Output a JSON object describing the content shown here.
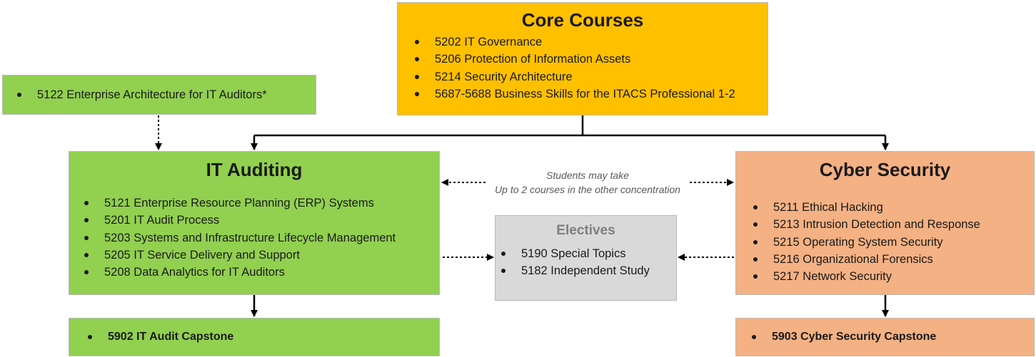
{
  "core": {
    "title": "Core Courses",
    "items": [
      "5202 IT Governance",
      "5206 Protection of Information Assets",
      "5214 Security Architecture",
      "5687-5688 Business Skills for the ITACS Professional 1-2"
    ]
  },
  "prerequisite": {
    "items": [
      "5122 Enterprise Architecture for IT Auditors*"
    ]
  },
  "it_auditing": {
    "title": "IT Auditing",
    "items": [
      "5121 Enterprise Resource Planning (ERP) Systems",
      "5201 IT Audit Process",
      "5203 Systems and Infrastructure Lifecycle Management",
      "5205 IT Service Delivery and Support",
      "5208 Data Analytics for IT Auditors"
    ],
    "capstone": "5902 IT Audit Capstone"
  },
  "cyber_security": {
    "title": "Cyber Security",
    "items": [
      "5211 Ethical Hacking",
      "5213 Intrusion Detection and Response",
      "5215 Operating System Security",
      "5216 Organizational Forensics",
      "5217 Network Security"
    ],
    "capstone": "5903 Cyber Security Capstone"
  },
  "electives": {
    "title": "Electives",
    "items": [
      "5190 Special Topics",
      "5182 Independent Study"
    ]
  },
  "note": {
    "line1": "Students may take",
    "line2": "Up to 2 courses in the other concentration"
  },
  "colors": {
    "core": "#ffc000",
    "it_auditing": "#92d050",
    "cyber_security": "#f4b183",
    "electives": "#d9d9d9"
  }
}
